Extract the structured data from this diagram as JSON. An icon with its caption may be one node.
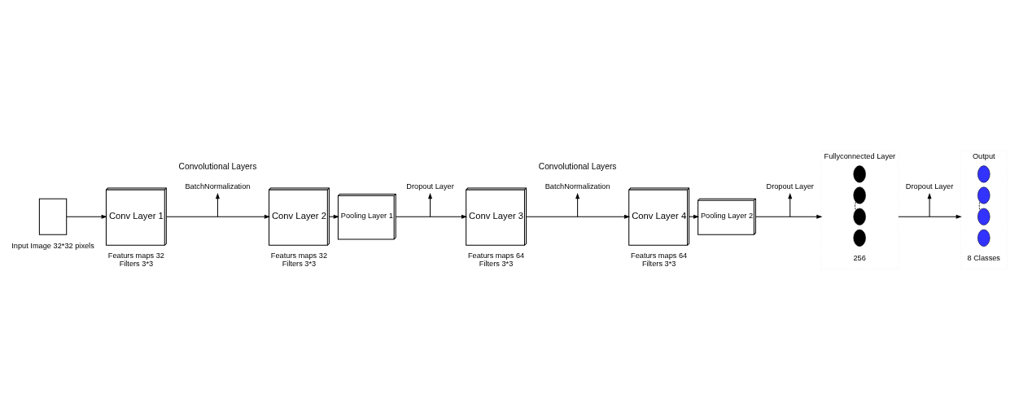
{
  "diagram": {
    "nodes": [
      {
        "text": [],
        "shape": "box",
        "beside": [
          "Input Image 32*32 pixels"
        ]
      },
      {
        "text": [
          "Conv Layer 1"
        ],
        "beside": [
          "Featurs maps 32",
          "Filters 3*3"
        ]
      },
      {
        "text": [
          "Conv Layer 2"
        ],
        "beside": [
          "Featurs maps 32",
          "Filters 3*3"
        ]
      },
      {
        "text": [
          "Pooling Layer 1"
        ]
      },
      {
        "text": [
          "Conv Layer 3"
        ],
        "beside": [
          "Featurs maps 64",
          "Filters 3*3"
        ]
      },
      {
        "text": [
          "Conv Layer 4"
        ],
        "beside": [
          "Featurs maps 64",
          "Filters 3*3"
        ]
      },
      {
        "text": [
          "Pooling Layer 2"
        ]
      },
      {
        "text": [
          "Fullyconnected Layer"
        ],
        "beside": [
          "256"
        ]
      },
      {
        "text": [],
        "shape": "circle",
        "in": 7
      },
      {
        "text": [],
        "shape": "circle",
        "in": 7
      },
      {
        "text": [],
        "shape": "circle",
        "in": 7
      },
      {
        "text": [],
        "shape": "circle",
        "in": 7
      },
      {
        "text": [
          "Output"
        ],
        "beside": [
          "8 Classes"
        ]
      },
      {
        "text": [],
        "shape": "circle",
        "in": 12
      },
      {
        "text": [],
        "shape": "circle",
        "in": 12
      },
      {
        "text": [],
        "shape": "circle",
        "in": 12
      },
      {
        "text": [],
        "shape": "circle",
        "in": 12
      },
      {
        "text": [
          "BatchNormalization"
        ]
      },
      {
        "text": [
          "Dropout Layer"
        ]
      },
      {
        "text": [
          "BatchNormalization"
        ]
      },
      {
        "text": [
          "Dropout Layer"
        ]
      },
      {
        "text": [
          "Dropout Layer"
        ]
      }
    ],
    "edges": [
      {
        "from": 0,
        "to": 1,
        "arrow": "to"
      },
      {
        "from": 1,
        "to": 2,
        "arrow": "to"
      },
      {
        "from": 2,
        "to": 3,
        "arrow": "to"
      },
      {
        "from": 3,
        "to": 4,
        "arrow": "to"
      },
      {
        "from": 4,
        "to": 5,
        "arrow": "to"
      },
      {
        "from": 5,
        "to": 6,
        "arrow": "to"
      },
      {
        "from": 6,
        "to": 7,
        "arrow": "to"
      },
      {
        "from": 7,
        "to": 12,
        "arrow": "to"
      },
      {
        "from": 9,
        "to": 10,
        "arrow": "none",
        "style": "dashed"
      },
      {
        "from": 14,
        "to": 15,
        "arrow": "none",
        "style": "dashed"
      },
      {
        "from": null,
        "to": 17,
        "arrow": "to"
      },
      {
        "from": null,
        "to": 18,
        "arrow": "to"
      },
      {
        "from": null,
        "to": 19,
        "arrow": "to"
      },
      {
        "from": null,
        "to": 20,
        "arrow": "to"
      },
      {
        "from": null,
        "to": 21,
        "arrow": "to"
      }
    ],
    "labels": [
      "Convolutional Layers",
      "Convolutional Layers"
    ]
  }
}
